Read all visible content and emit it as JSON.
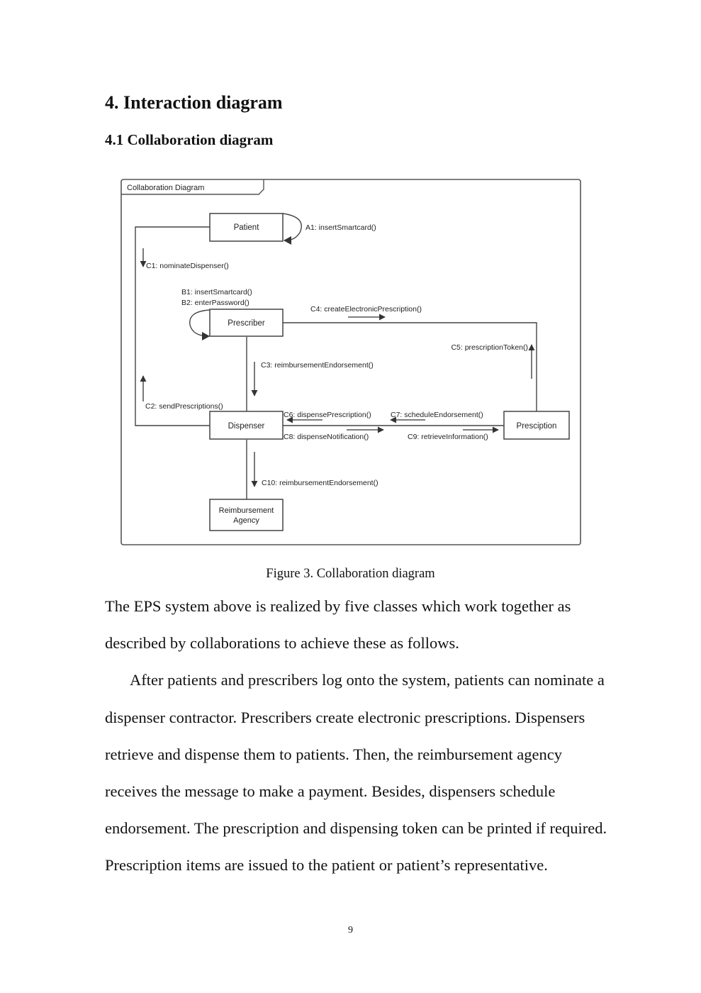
{
  "headings": {
    "section": "4. Interaction diagram",
    "subsection": "4.1 Collaboration diagram"
  },
  "diagram": {
    "frame_title": "Collaboration Diagram",
    "objects": {
      "patient": "Patient",
      "prescriber": "Prescriber",
      "dispenser": "Dispenser",
      "prescription": "Presciption",
      "agency_line1": "Reimbursement",
      "agency_line2": "Agency"
    },
    "messages": {
      "a1": "A1: insertSmartcard()",
      "b1": "B1: insertSmartcard()",
      "b2": "B2: enterPassword()",
      "c1": "C1: nominateDispenser()",
      "c2": "C2: sendPrescriptions()",
      "c3": "C3: reimbursementEndorsement()",
      "c4": "C4: createElectronicPrescription()",
      "c5": "C5: prescriptionToken()",
      "c6": "C6: dispensePrescription()",
      "c7": "C7: scheduleEndorsement()",
      "c8": "C8: dispenseNotification()",
      "c9": "C9: retrieveInformation()",
      "c10": "C10: reimbursementEndorsement()"
    }
  },
  "caption": "Figure 3. Collaboration diagram",
  "body": {
    "paragraph1": "The EPS system above is realized by five classes which work together as described by collaborations to achieve these as follows.",
    "paragraph2": "After patients and prescribers log onto the system, patients can nominate a dispenser contractor. Prescribers create electronic prescriptions. Dispensers retrieve and dispense them to patients. Then, the reimbursement agency receives the message to make a payment. Besides, dispensers schedule endorsement. The prescription and dispensing token can be printed if required. Prescription items are issued to the patient or patient’s representative."
  },
  "page_number": "9"
}
